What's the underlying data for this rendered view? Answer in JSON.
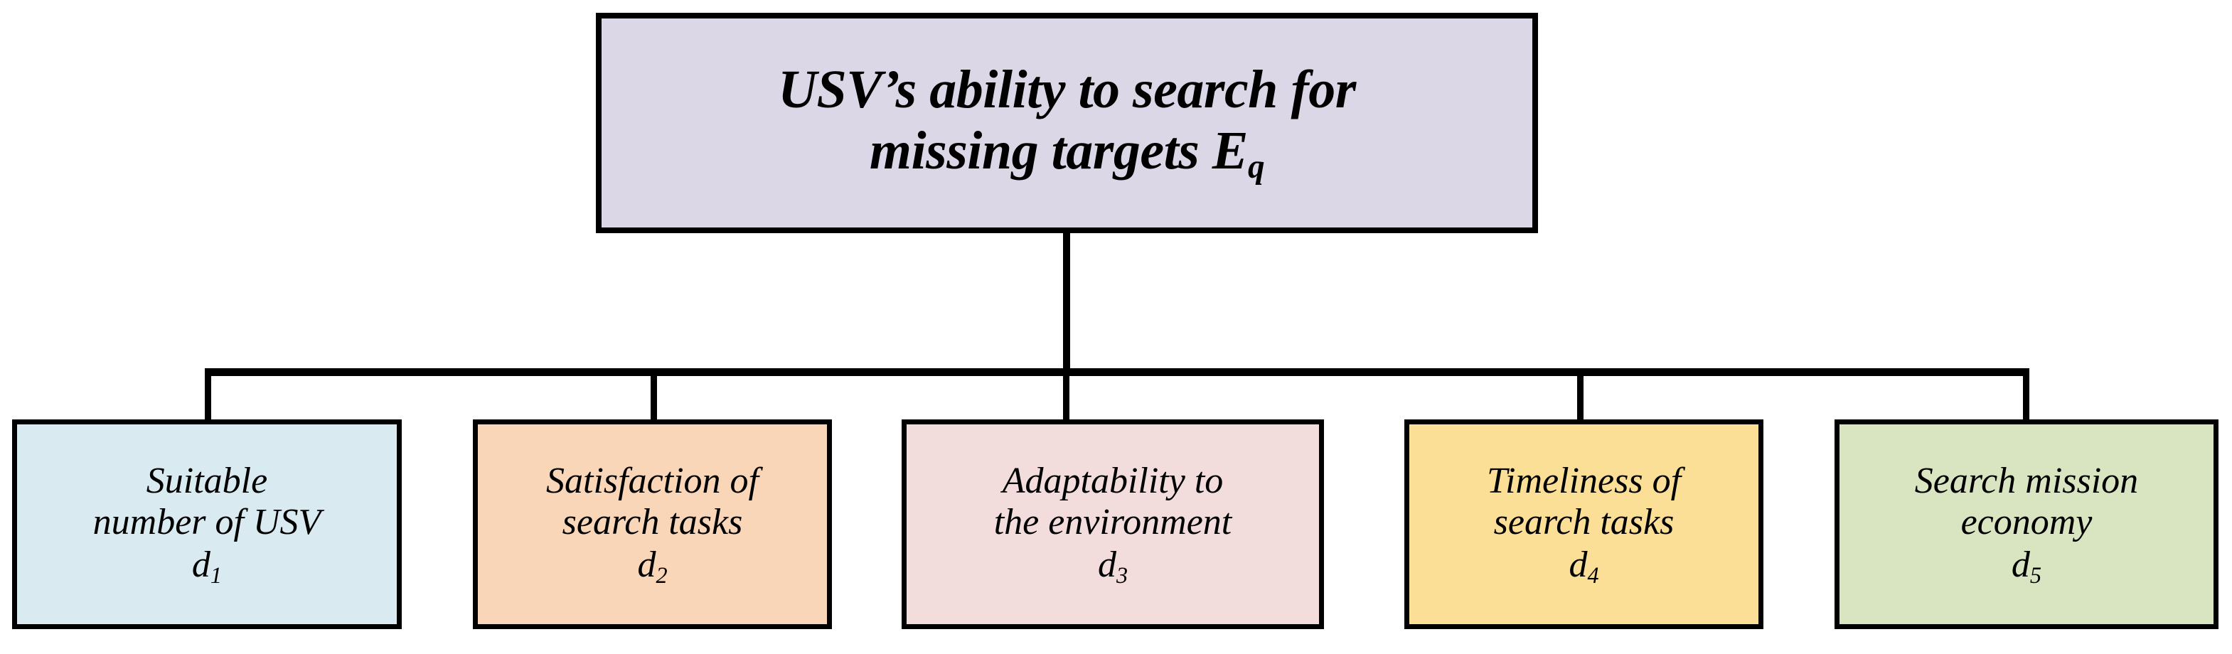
{
  "diagram": {
    "type": "hierarchy-tree",
    "orientation": "top-down",
    "levels": 2,
    "connector_color": "#000000",
    "background_color": "#ffffff"
  },
  "root": {
    "id": "Eq",
    "line1": "USV’s ability to search for",
    "line2": "missing targets ",
    "symbol": "E",
    "subscript": "q",
    "fill_color": "#dcd7e6",
    "border_color": "#000000"
  },
  "children": [
    {
      "id": "d1",
      "line1": "Suitable",
      "line2": "number of USV",
      "symbol": "d",
      "subscript": "1",
      "fill_color": "#d9eaf1",
      "border_color": "#000000"
    },
    {
      "id": "d2",
      "line1": "Satisfaction of",
      "line2": "search  tasks",
      "symbol": "d",
      "subscript": "2",
      "fill_color": "#f9d6b7",
      "border_color": "#000000"
    },
    {
      "id": "d3",
      "line1": "Adaptability to",
      "line2": "the environment",
      "symbol": "d",
      "subscript": "3",
      "fill_color": "#f2dcdc",
      "border_color": "#000000"
    },
    {
      "id": "d4",
      "line1": "Timeliness of",
      "line2": "search tasks",
      "symbol": "d",
      "subscript": "4",
      "fill_color": "#fbdf97",
      "border_color": "#000000"
    },
    {
      "id": "d5",
      "line1": "Search mission",
      "line2": "economy",
      "symbol": "d",
      "subscript": "5",
      "fill_color": "#d9e4c1",
      "border_color": "#000000"
    }
  ]
}
